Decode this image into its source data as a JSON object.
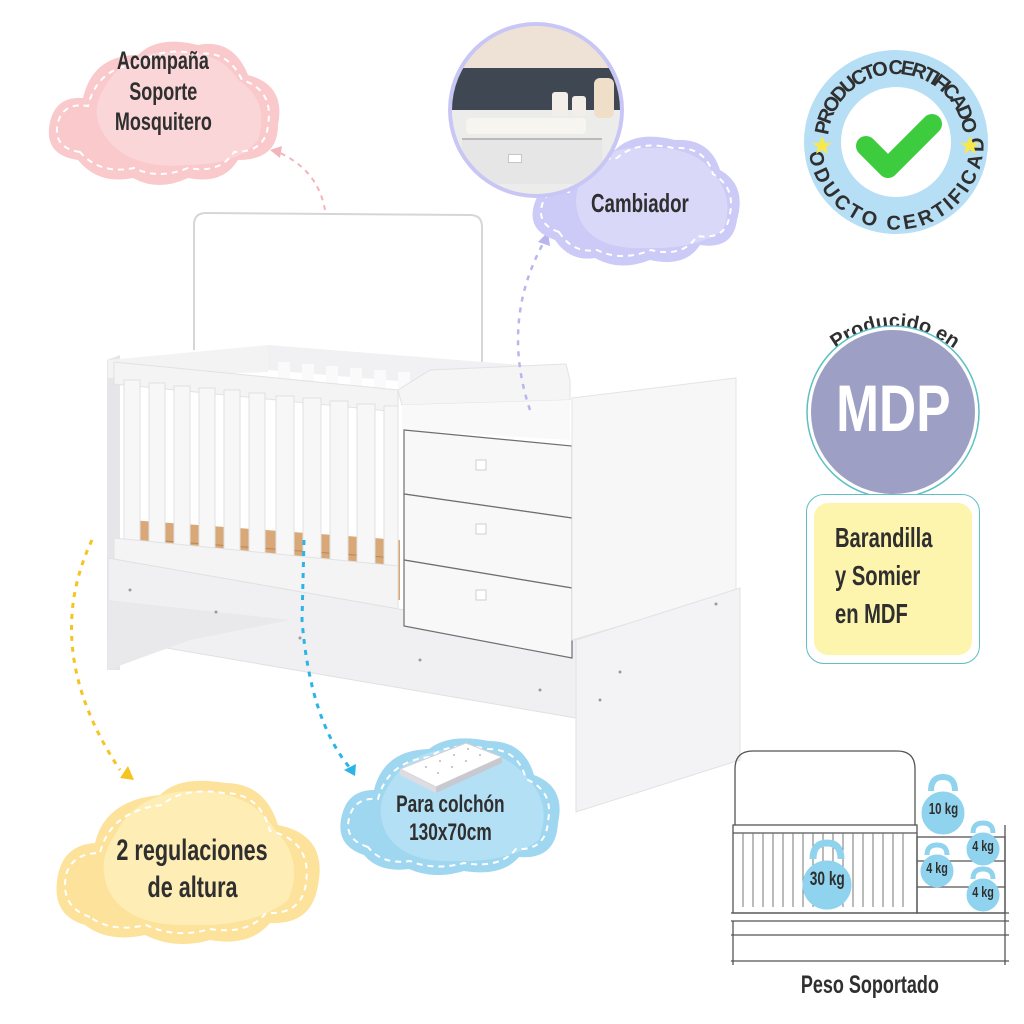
{
  "colors": {
    "pink_cloud": "#f9c9cc",
    "lavender_cloud": "#cccaf6",
    "blue_cloud": "#9fd6f0",
    "yellow_cloud": "#fde7a1",
    "badge_ring": "#b6def4",
    "check_green": "#3dcc3d",
    "mdp_circle": "#9d9fc4",
    "mdf_box": "#fdf4ae",
    "teal_outline": "#5ebfc4",
    "weight_blue": "#8fd3ee",
    "text_dark": "#2f2f2f"
  },
  "features": {
    "mosquito_support": {
      "lines": [
        "Acompaña",
        "Soporte",
        "Mosquitero"
      ],
      "icon": "pink-cloud"
    },
    "changer": {
      "label": "Cambiador",
      "icon": "lavender-cloud",
      "photo": "changing-table-photo"
    },
    "mattress": {
      "lines": [
        "Para colchón",
        "130x70cm"
      ],
      "icon": "mattress-icon"
    },
    "height": {
      "lines": [
        "2 regulaciones",
        "de altura"
      ],
      "icon": "yellow-cloud"
    }
  },
  "badge": {
    "top_text": "PRODUCTO CERTIFICADO",
    "bottom_text": "PRODUCTO CERTIFICADO",
    "icon": "checkmark-icon",
    "star_icon": "star-icon"
  },
  "material": {
    "caption": "Producido en",
    "label": "MDP",
    "box_lines": [
      "Barandilla",
      "y Somier",
      "en MDF"
    ]
  },
  "weights": {
    "title": "Peso Soportado",
    "items": [
      {
        "label": "30 kg",
        "position": "crib-bed"
      },
      {
        "label": "10 kg",
        "position": "changer-top"
      },
      {
        "label": "4 kg",
        "position": "drawer-1"
      },
      {
        "label": "4 kg",
        "position": "drawer-2"
      },
      {
        "label": "4 kg",
        "position": "drawer-3"
      }
    ]
  }
}
